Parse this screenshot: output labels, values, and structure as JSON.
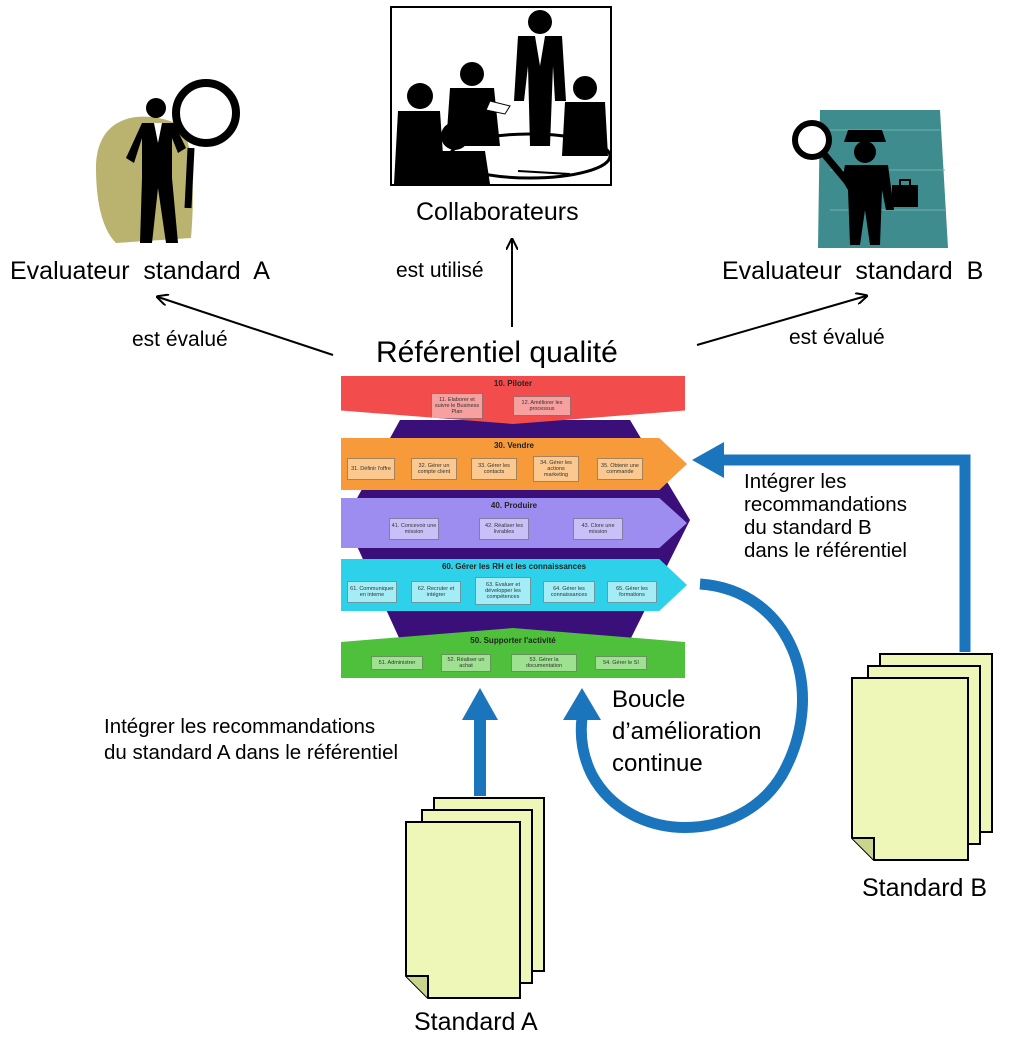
{
  "colors": {
    "arrow_blue": "#1b75bc",
    "piloter": "#f24c4c",
    "vendre": "#f79a3a",
    "produire": "#9d8df0",
    "rh": "#2ed1ea",
    "supporter": "#4ec03b",
    "hexagon": "#3a0f7a",
    "paper": "#eef6b8",
    "magnifier_bg_a": "#b9b36f",
    "magnifier_bg_b": "#3f8c8e"
  },
  "labels": {
    "collaborateurs": "Collaborateurs",
    "eval_a": "Evaluateur  standard  A",
    "eval_b": "Evaluateur  standard  B",
    "est_utilise": "est utilisé",
    "est_evalue_left": "est évalué",
    "est_evalue_right": "est évalué",
    "referentiel": "Référentiel qualité",
    "integrer_b": [
      "Intégrer les",
      "recommandations",
      "du standard B",
      "dans le référentiel"
    ],
    "integrer_a": [
      "Intégrer les recommandations",
      "du standard A dans le référentiel"
    ],
    "boucle": [
      "Boucle",
      "d’amélioration",
      "continue"
    ],
    "standard_a": "Standard A",
    "standard_b": "Standard B"
  },
  "process_map": {
    "piloter": {
      "title": "10. Piloter",
      "boxes": [
        "11. Elaborer et suivre le Business Plan",
        "12. Améliorer les processus"
      ]
    },
    "vendre": {
      "title": "30. Vendre",
      "boxes": [
        "31. Définir l'offre",
        "32. Gérer un compte client",
        "33. Gérer les contacts",
        "34. Gérer les actions marketing",
        "35. Obtenir une commande"
      ]
    },
    "produire": {
      "title": "40. Produire",
      "boxes": [
        "41. Concevoir une mission",
        "42. Réaliser les livrables",
        "43. Clore une mission"
      ]
    },
    "rh": {
      "title": "60. Gérer les RH et les connaissances",
      "boxes": [
        "61. Communiquer en interne",
        "62. Recruter et intégrer",
        "63. Evaluer et développer les compétences",
        "64. Gérer les connaissances",
        "65. Gérer les formations"
      ]
    },
    "supporter": {
      "title": "50. Supporter l'activité",
      "boxes": [
        "51. Administrer",
        "52. Réaliser un achat",
        "53. Gérer la documentation",
        "54. Gérer le SI"
      ]
    }
  },
  "icons": {
    "meeting": "meeting-people-icon",
    "inspector_a": "magnifying-glass-man-icon",
    "inspector_b": "detective-briefcase-icon",
    "document_stack": "document-stack-icon"
  }
}
